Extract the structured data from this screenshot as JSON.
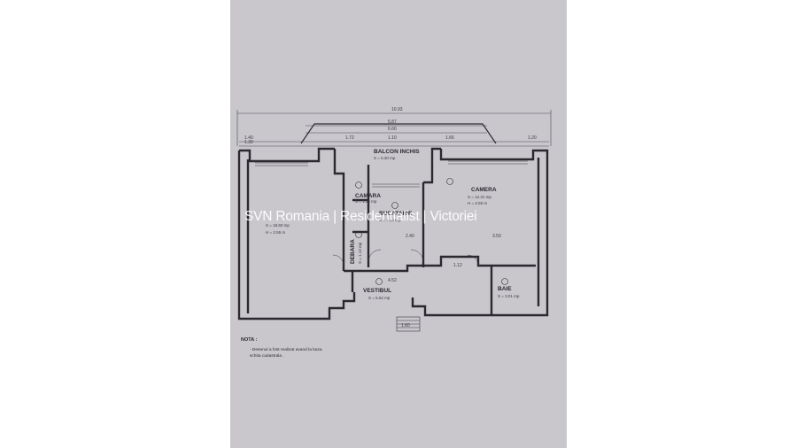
{
  "watermark": "SVN Romania | Residentialist | Victoriei",
  "dimensions": {
    "total": "10.93",
    "balcony1": "5.87",
    "balcony2": "6.66",
    "left1": "1.40",
    "left2": "1.30",
    "mid1": "1.72",
    "mid2": "1.10",
    "right1": "1.66",
    "right2": "1.20",
    "kitchen": "2.40",
    "cameraRight": "3.50",
    "lower": "1.12",
    "vestibul": "4.52",
    "entry": "1.60"
  },
  "rooms": {
    "balcon": {
      "name": "BALCON INCHIS",
      "area": "S = 6.30 mp"
    },
    "camara": {
      "name": "CAMARA",
      "area": "S = 1.22 mp"
    },
    "bucatarie": {
      "name": "BUCATARIE",
      "area": "S = 7.33 mp"
    },
    "camera": {
      "name": "CAMERA",
      "area": "S = 12.31 mp",
      "height": "H = 2.55 m"
    },
    "living": {
      "area": "S = 19.60 mp",
      "height": "H = 2.55 m"
    },
    "vestibul": {
      "name": "VESTIBUL",
      "area": "S = 5.62 mp"
    },
    "baie": {
      "name": "BAIE",
      "area": "S = 3.01 mp"
    },
    "debara": {
      "name": "DEBARA",
      "area": "S = 1.13 mp"
    }
  },
  "note": {
    "heading": "NOTA :",
    "line1": "- Desenul a fost realizat avand la baza",
    "line2": "schita cadastrala ."
  }
}
